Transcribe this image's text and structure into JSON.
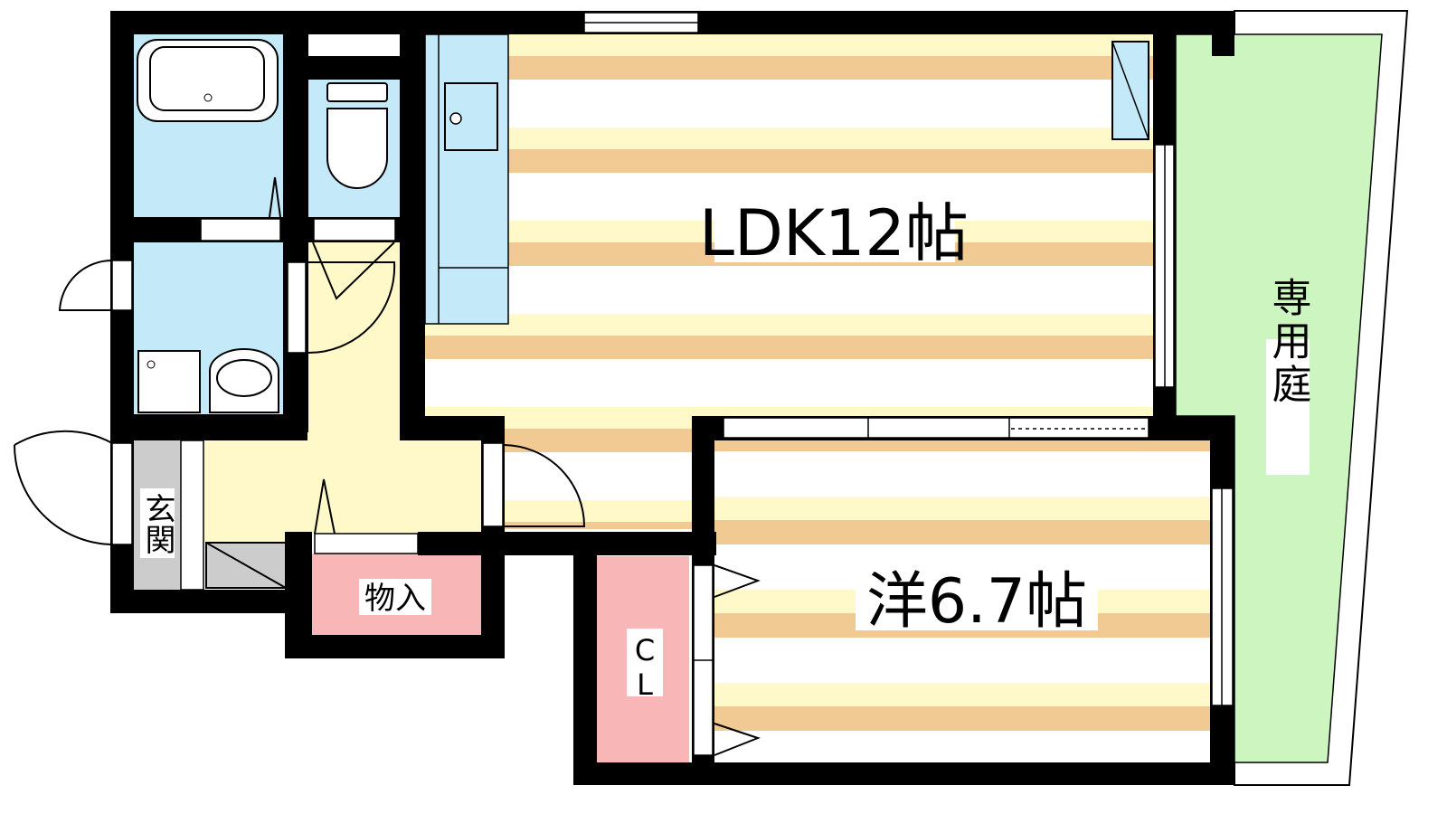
{
  "rooms": {
    "ldk": "LDK12帖",
    "western": "洋6.7帖",
    "garden": "専用庭",
    "storage": "物入",
    "entrance": "玄関",
    "closet": "CL"
  },
  "colors": {
    "wall": "#000000",
    "wet_area": "#c4e9f9",
    "floor_cream": "#fff8c8",
    "floor_tan": "#f0c993",
    "garden": "#ccf5c0",
    "storage": "#f8b6b6",
    "entrance": "#cccccc"
  }
}
